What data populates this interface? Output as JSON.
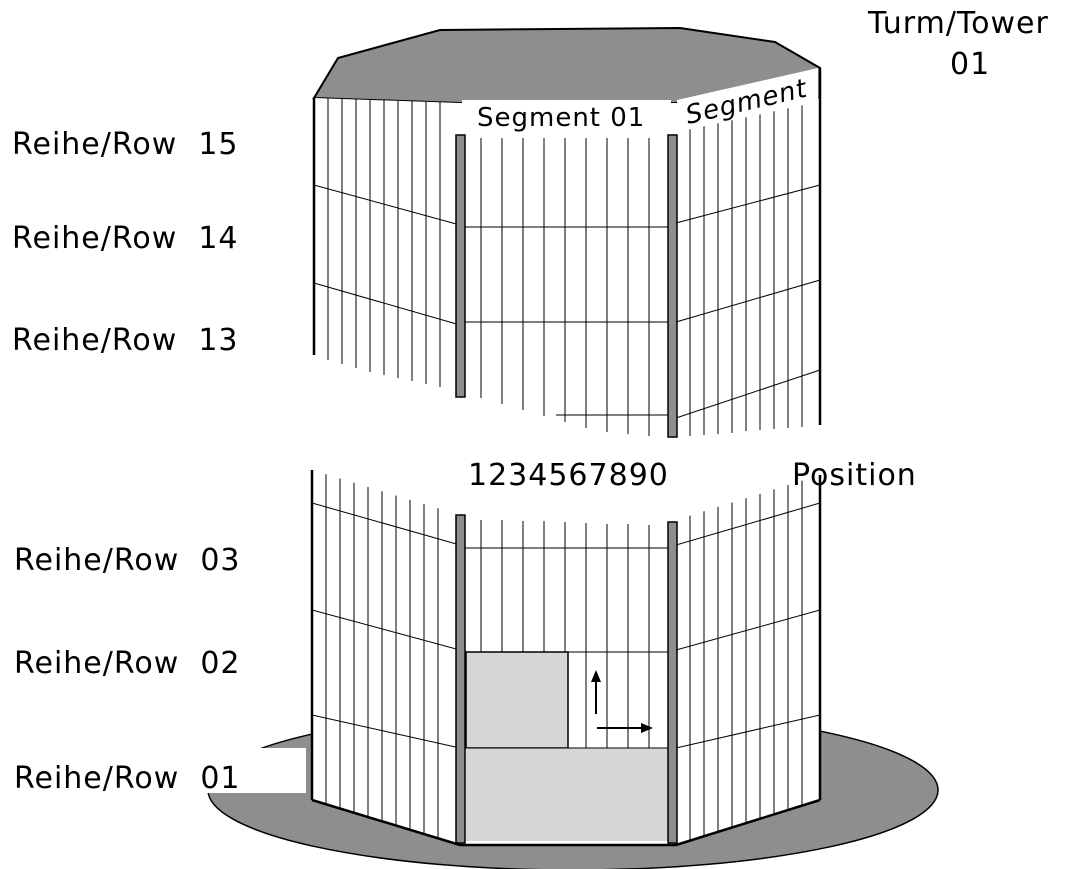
{
  "tower": {
    "label_line1": "Turm/Tower",
    "label_line2": "01"
  },
  "segments": {
    "front": "Segment 01",
    "side": "Segment"
  },
  "rows": {
    "r15": "Reihe/Row  15",
    "r14": "Reihe/Row  14",
    "r13": "Reihe/Row  13",
    "r03": "Reihe/Row  03",
    "r02": "Reihe/Row  02",
    "r01": "Reihe/Row  01"
  },
  "positions": {
    "digits": "1234567890",
    "label": "Position"
  },
  "colors": {
    "ground": "#8e8e8e",
    "roof": "#8e8e8e",
    "occupied_bin": "#d6d6d6",
    "line": "#000000"
  }
}
